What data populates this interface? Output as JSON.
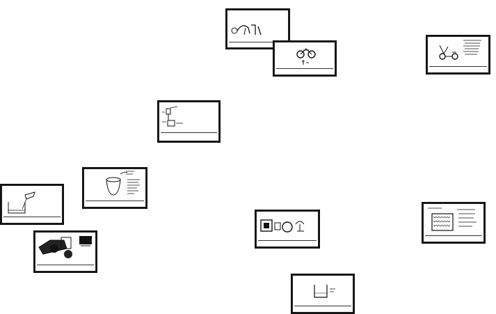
{
  "cards": [
    {
      "id": "c1",
      "header": "",
      "caption": ""
    },
    {
      "id": "c2",
      "header": "",
      "caption": ""
    },
    {
      "id": "c3",
      "header": "",
      "caption": ""
    },
    {
      "id": "c4",
      "header": "",
      "caption": ""
    },
    {
      "id": "c5",
      "header": "",
      "caption": ""
    },
    {
      "id": "c6",
      "header": "",
      "caption": ""
    },
    {
      "id": "c7",
      "header": "",
      "caption": ""
    },
    {
      "id": "c8",
      "header": "",
      "caption": ""
    },
    {
      "id": "c9",
      "header": "",
      "caption": ""
    },
    {
      "id": "c10",
      "header": "",
      "caption": ""
    }
  ],
  "icons": [
    "lamp-sketch",
    "bicycle-sketch",
    "tricycle-sketch",
    "plant-pot-sketch",
    "cup-sketch",
    "beaker-sketch",
    "machine-sketch",
    "boxes-sketch",
    "tank-sketch",
    "container-sketch"
  ]
}
